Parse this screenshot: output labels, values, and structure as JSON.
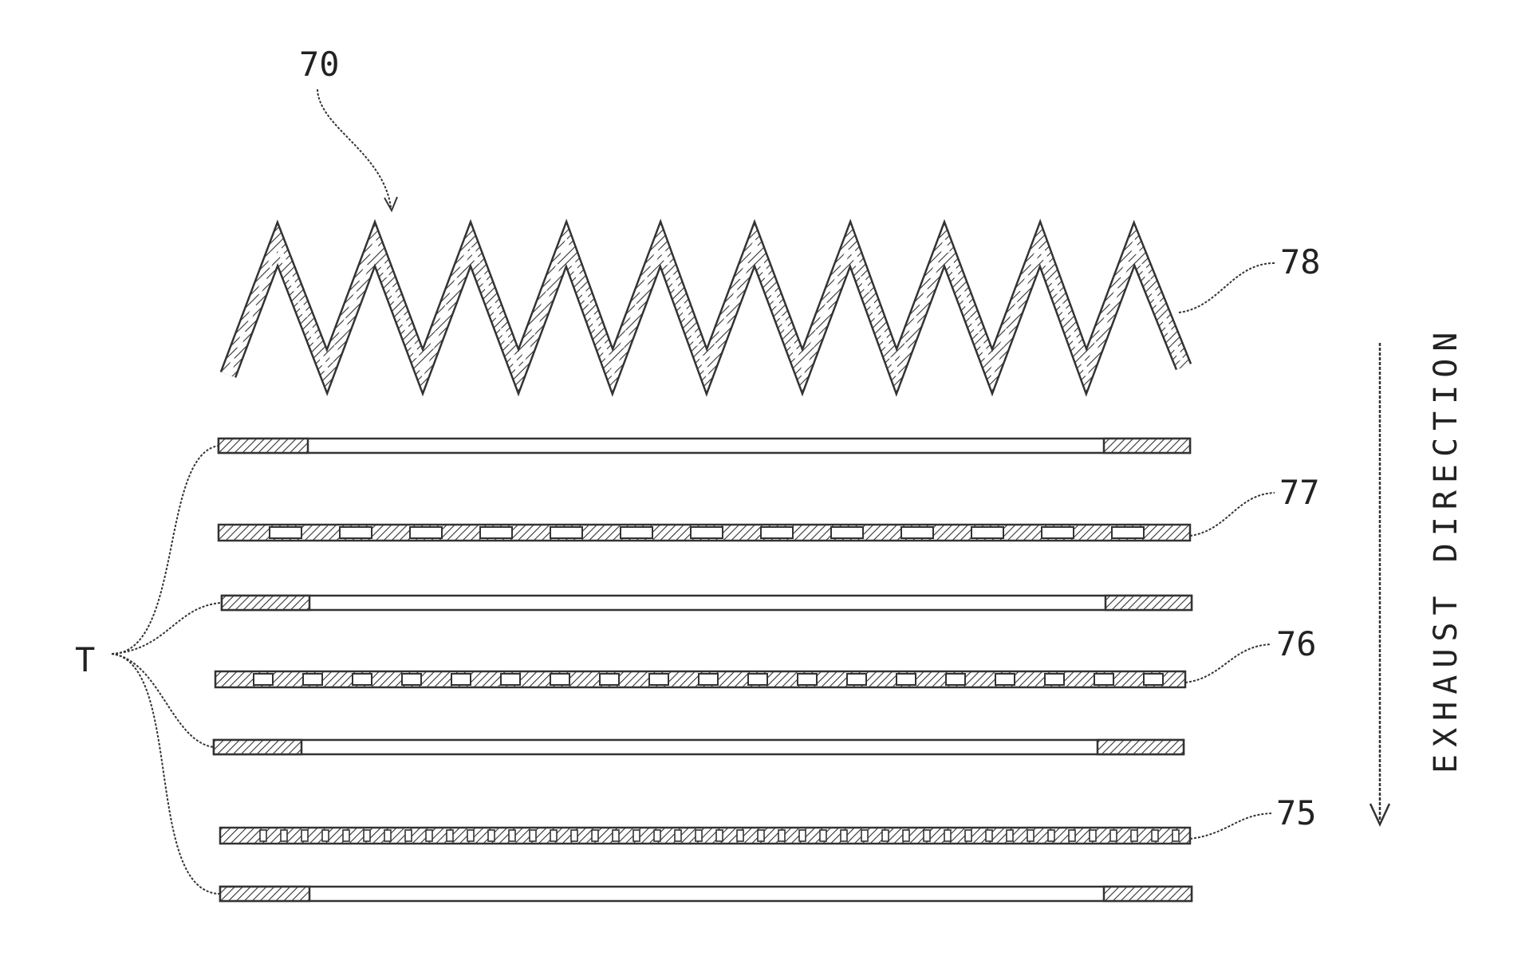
{
  "figure": {
    "labels": {
      "assembly": "70",
      "pleated_layer": "78",
      "perforated_plate_1": "77",
      "perforated_plate_2": "76",
      "perforated_plate_3": "75",
      "spacers": "T",
      "flow_direction": "EXHAUST DIRECTION"
    }
  },
  "colors": {
    "ink": "#222222",
    "paper": "#ffffff"
  },
  "icons": {
    "flow_arrow": "down-arrow-icon",
    "leader_arrow": "curved-arrow-icon"
  }
}
